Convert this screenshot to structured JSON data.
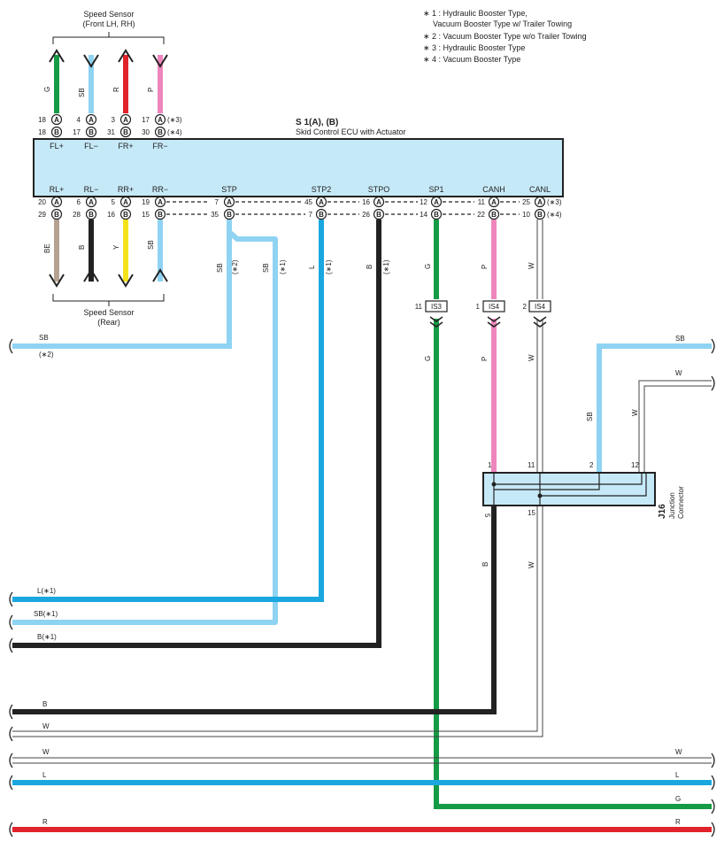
{
  "notes": [
    "∗ 1 : Hydraulic Booster Type,",
    "Vacuum Booster Type w/ Trailer Towing",
    "∗ 2 : Vacuum Booster Type w/o Trailer Towing",
    "∗ 3 : Hydraulic Booster Type",
    "∗ 4 : Vacuum Booster Type"
  ],
  "colors": {
    "sb": "#8fd3f2",
    "l": "#1aa7e0",
    "g": "#159a45",
    "r": "#e0232b",
    "p": "#ee86bd",
    "b": "#222222",
    "be": "#b5a291",
    "y": "#f5e21c",
    "w": "#ffffff",
    "ecu": "#c6e9f8",
    "outline": "#222222"
  },
  "front_sensor": {
    "title": "Speed Sensor",
    "subtitle": "(Front LH,  RH)"
  },
  "rear_sensor": {
    "title": "Speed Sensor",
    "subtitle": "(Rear)"
  },
  "ecu": {
    "code": "S 1(A), (B)",
    "name": "Skid Control ECU with Actuator",
    "pin_a": "A",
    "pin_b": "B",
    "top_terminals": [
      "FL+",
      "FL−",
      "FR+",
      "FR−"
    ],
    "top_pins_a": [
      "18",
      "4",
      "3",
      "17"
    ],
    "top_pins_b": [
      "18",
      "17",
      "31",
      "30"
    ],
    "top_wire_colors": [
      "G",
      "SB",
      "R",
      "P"
    ],
    "top_notes": [
      "(∗3)",
      "(∗4)"
    ],
    "bottom_terminals": [
      "RL+",
      "RL−",
      "RR+",
      "RR−",
      "STP",
      "STP2",
      "STPO",
      "SP1",
      "CANH",
      "CANL"
    ],
    "left_pins_a": [
      "20",
      "6",
      "5",
      "19"
    ],
    "left_pins_b": [
      "29",
      "28",
      "16",
      "15"
    ],
    "rear_wire_colors": [
      "BE",
      "B",
      "Y",
      "SB"
    ],
    "right_pins_a": [
      "7",
      "45",
      "16",
      "12",
      "11",
      "25"
    ],
    "right_pins_b": [
      "35",
      "7",
      "26",
      "14",
      "22",
      "10"
    ],
    "bottom_notes": [
      "(∗3)",
      "(∗4)"
    ]
  },
  "vertical_labels": {
    "stp_sb": "SB",
    "stp_sb_note": "(∗2)",
    "sb2": "SB",
    "sb2_note": "(∗1)",
    "stp2": "L",
    "stp2_note": "(∗1)",
    "stpo": "B",
    "stpo_note": "(∗1)",
    "sp1_top": "G",
    "sp1_bottom": "G",
    "canh_top": "P",
    "canh_bottom": "P",
    "canl_top": "W",
    "canl_bottom": "W",
    "j16_left": "B",
    "j16_right": "W",
    "right_sb": "SB",
    "right_w": "W"
  },
  "connectors": [
    {
      "pin": "11",
      "name": "IS3"
    },
    {
      "pin": "1",
      "name": "IS4"
    },
    {
      "pin": "2",
      "name": "IS4"
    }
  ],
  "junction": {
    "code": "J16",
    "name_line1": "Junction",
    "name_line2": "Connector",
    "top_pins": [
      "1",
      "11",
      "2",
      "12"
    ],
    "bottom_pins": [
      "5",
      "15"
    ]
  },
  "left_wires": [
    {
      "label": "SB",
      "note": "(∗2)"
    },
    {
      "label": "L(∗1)"
    },
    {
      "label": "SB(∗1)"
    },
    {
      "label": "B(∗1)"
    },
    {
      "label": "B"
    },
    {
      "label": "W"
    },
    {
      "label": "W"
    },
    {
      "label": "L"
    },
    {
      "label": "R"
    }
  ],
  "right_wires": [
    {
      "label": "SB"
    },
    {
      "label": "W"
    },
    {
      "label": "W"
    },
    {
      "label": "L"
    },
    {
      "label": "G"
    },
    {
      "label": "R"
    }
  ]
}
